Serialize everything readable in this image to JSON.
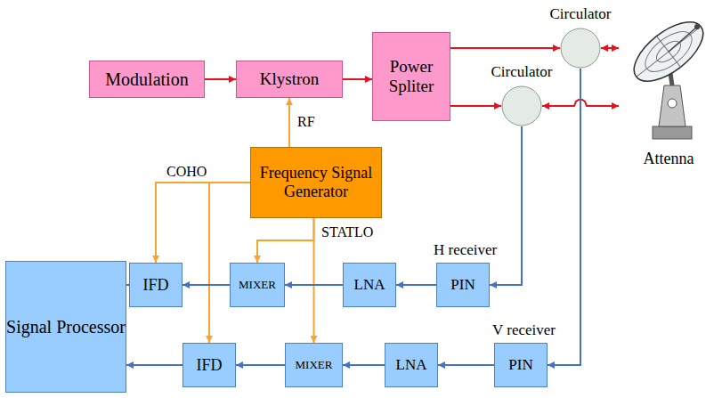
{
  "diagram": {
    "nodes": [
      {
        "text": [
          "Modulation"
        ]
      },
      {
        "text": [
          "Klystron"
        ]
      },
      {
        "text": [
          "Power Spliter"
        ]
      },
      {
        "text": [
          "Circulator"
        ]
      },
      {
        "text": [
          "Circulator"
        ]
      },
      {
        "text": [
          "Attenna"
        ]
      },
      {
        "text": [
          "Frequency Signal Generator"
        ]
      },
      {
        "text": [
          "Signal Processor"
        ]
      },
      {
        "text": [
          "IFD"
        ]
      },
      {
        "text": [
          "MIXER"
        ]
      },
      {
        "text": [
          "LNA"
        ]
      },
      {
        "text": [
          "PIN"
        ]
      },
      {
        "text": [
          "IFD"
        ]
      },
      {
        "text": [
          "MIXER"
        ]
      },
      {
        "text": [
          "LNA"
        ]
      },
      {
        "text": [
          "PIN"
        ]
      }
    ],
    "edges": [
      {
        "from": 0,
        "to": 1,
        "arrow": "to"
      },
      {
        "from": 1,
        "to": 2,
        "arrow": "to"
      },
      {
        "from": 2,
        "to": 3,
        "arrow": "to"
      },
      {
        "from": 2,
        "to": 4,
        "arrow": "to"
      },
      {
        "from": 3,
        "to": 5,
        "arrow": "both"
      },
      {
        "from": 4,
        "to": 5,
        "arrow": "both"
      },
      {
        "from": 6,
        "to": 1,
        "label": "RF",
        "arrow": "to"
      },
      {
        "from": 6,
        "to": 8,
        "arrow": "to"
      },
      {
        "from": 6,
        "to": 12,
        "arrow": "to"
      },
      {
        "from": 6,
        "to": 9,
        "arrow": "to"
      },
      {
        "from": 6,
        "to": 13,
        "arrow": "to"
      },
      {
        "from": 4,
        "to": 11,
        "arrow": "to"
      },
      {
        "from": 3,
        "to": 15,
        "arrow": "to"
      },
      {
        "from": 11,
        "to": 10,
        "arrow": "to"
      },
      {
        "from": 10,
        "to": 9,
        "arrow": "to"
      },
      {
        "from": 9,
        "to": 8,
        "arrow": "to"
      },
      {
        "from": 8,
        "to": 7,
        "arrow": "to"
      },
      {
        "from": 15,
        "to": 14,
        "arrow": "to"
      },
      {
        "from": 14,
        "to": 13,
        "arrow": "to"
      },
      {
        "from": 13,
        "to": 12,
        "arrow": "to"
      },
      {
        "from": 12,
        "to": 7,
        "arrow": "to"
      }
    ],
    "labels": [
      "COHO",
      "STATLO",
      "H receiver",
      "V receiver"
    ]
  }
}
